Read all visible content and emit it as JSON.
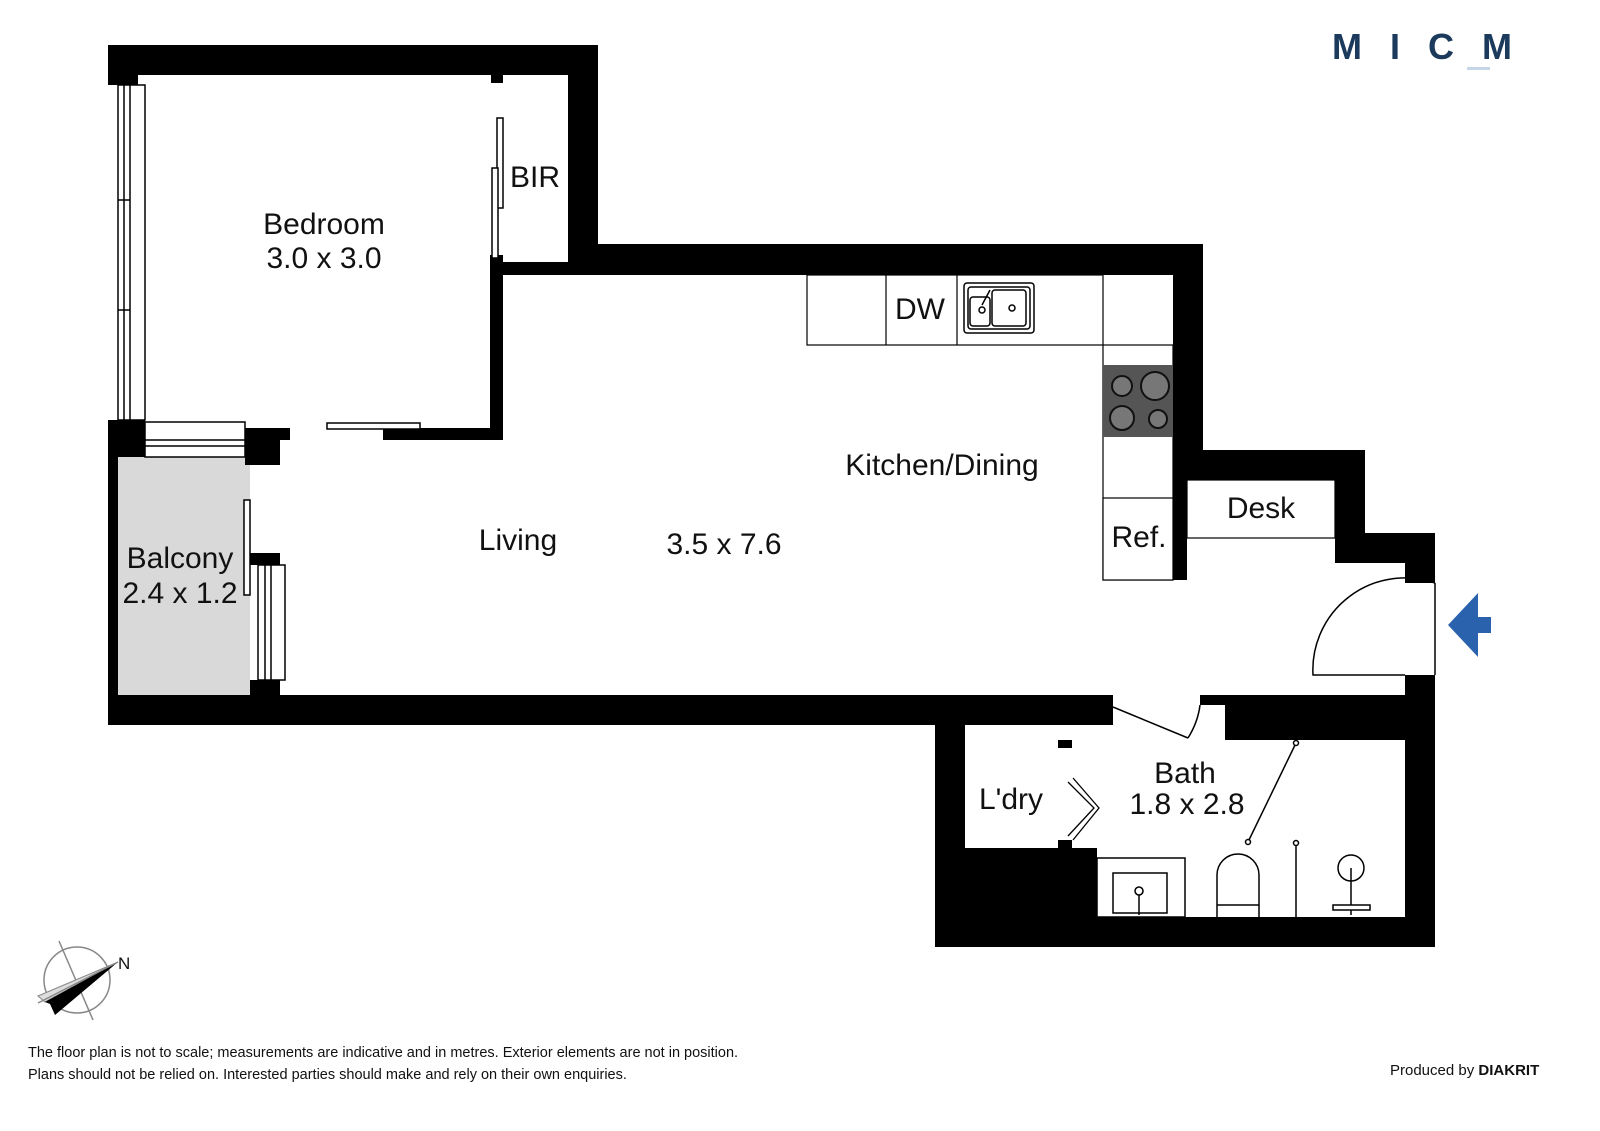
{
  "brand": {
    "logo_text": "MICM",
    "logo_color": "#1b3a5c",
    "underline_color": "#c5d6e8"
  },
  "rooms": {
    "bedroom": {
      "name": "Bedroom",
      "size": "3.0 x 3.0"
    },
    "bir": {
      "name": "BIR"
    },
    "balcony": {
      "name": "Balcony",
      "size": "2.4 x 1.2"
    },
    "living": {
      "name": "Living",
      "size": "3.5 x 7.6"
    },
    "kitchen": {
      "name": "Kitchen/Dining"
    },
    "dw": {
      "name": "DW"
    },
    "ref": {
      "name": "Ref."
    },
    "desk": {
      "name": "Desk"
    },
    "laundry": {
      "name": "L'dry"
    },
    "bath": {
      "name": "Bath",
      "size": "1.8 x 2.8"
    }
  },
  "compass": {
    "label": "N"
  },
  "entry_arrow_color": "#2a62ad",
  "footer": {
    "disclaimer_line1": "The floor plan is not to scale; measurements are indicative and in metres. Exterior elements are not in position.",
    "disclaimer_line2": "Plans should not be relied on. Interested parties should make and rely on their own enquiries.",
    "produced_by": "Produced by",
    "producer": "DIAKRIT"
  }
}
